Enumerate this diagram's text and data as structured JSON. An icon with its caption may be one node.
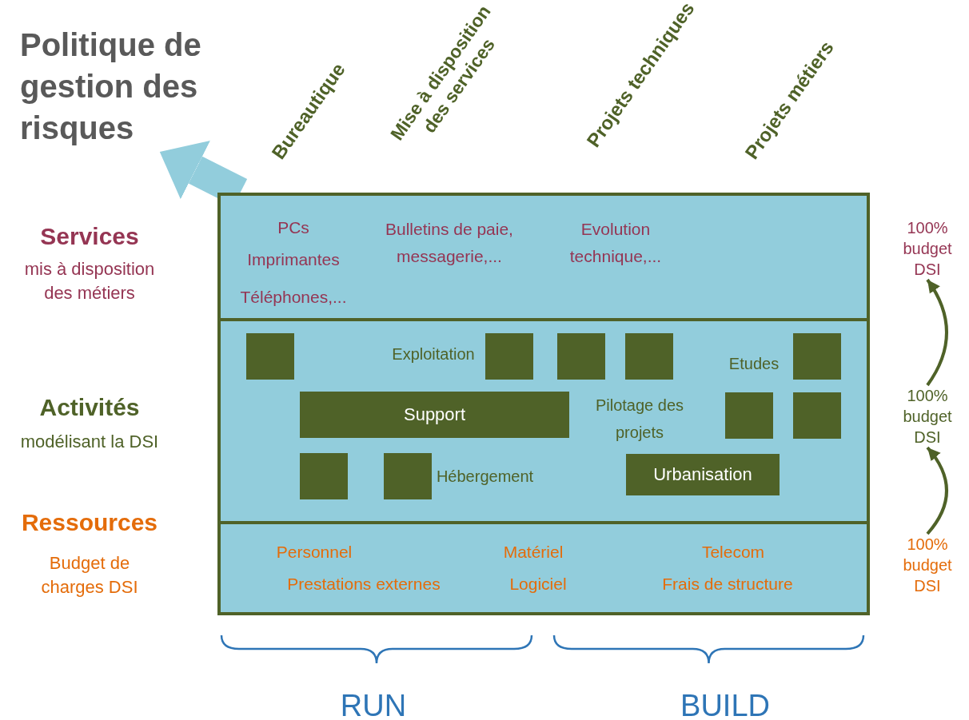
{
  "diagram": {
    "nodes": [
      {
        "text": [
          "Politique de gestion des risques"
        ]
      },
      {
        "text": [],
        "shape": "box"
      },
      {
        "text": [
          "PCs",
          "Imprimantes",
          "Téléphones,...",
          "Bulletins de paie, messagerie,...",
          "Evolution technique,..."
        ],
        "in": 1
      },
      {
        "text": [
          "Exploitation",
          "Etudes",
          "Pilotage des projets",
          "Hébergement"
        ],
        "in": 1
      },
      {
        "text": [],
        "shape": "box",
        "in": 3
      },
      {
        "text": [],
        "shape": "box",
        "in": 3
      },
      {
        "text": [],
        "shape": "box",
        "in": 3
      },
      {
        "text": [],
        "shape": "box",
        "in": 3
      },
      {
        "text": [],
        "shape": "box",
        "in": 3
      },
      {
        "text": [
          "Support"
        ],
        "in": 3
      },
      {
        "text": [],
        "shape": "box",
        "in": 3
      },
      {
        "text": [],
        "shape": "box",
        "in": 3
      },
      {
        "text": [],
        "shape": "box",
        "in": 3
      },
      {
        "text": [],
        "shape": "box",
        "in": 3
      },
      {
        "text": [
          "Urbanisation"
        ],
        "in": 3
      },
      {
        "text": [
          "Personnel",
          "Matériel",
          "Telecom",
          "Prestations externes",
          "Logiciel",
          "Frais de structure"
        ],
        "in": 1
      },
      {
        "text": [
          "100% budget DSI"
        ]
      },
      {
        "text": [
          "100% budget DSI"
        ]
      },
      {
        "text": [
          "100% budget DSI"
        ]
      }
    ],
    "edges": [
      {
        "from": 1,
        "to": 0,
        "arrow": "to",
        "style": "thick",
        "color": "#92cddc"
      },
      {
        "from": 18,
        "to": 17,
        "arrow": "to"
      },
      {
        "from": 17,
        "to": 16,
        "arrow": "to"
      }
    ],
    "labels": [
      "Bureautique",
      "Mise à disposition des services",
      "Projets techniques",
      "Projets métiers",
      "Services",
      "mis à disposition des métiers",
      "Activités",
      "modélisant la DSI",
      "Ressources",
      "Budget de charges DSI",
      "RUN",
      "BUILD"
    ]
  }
}
